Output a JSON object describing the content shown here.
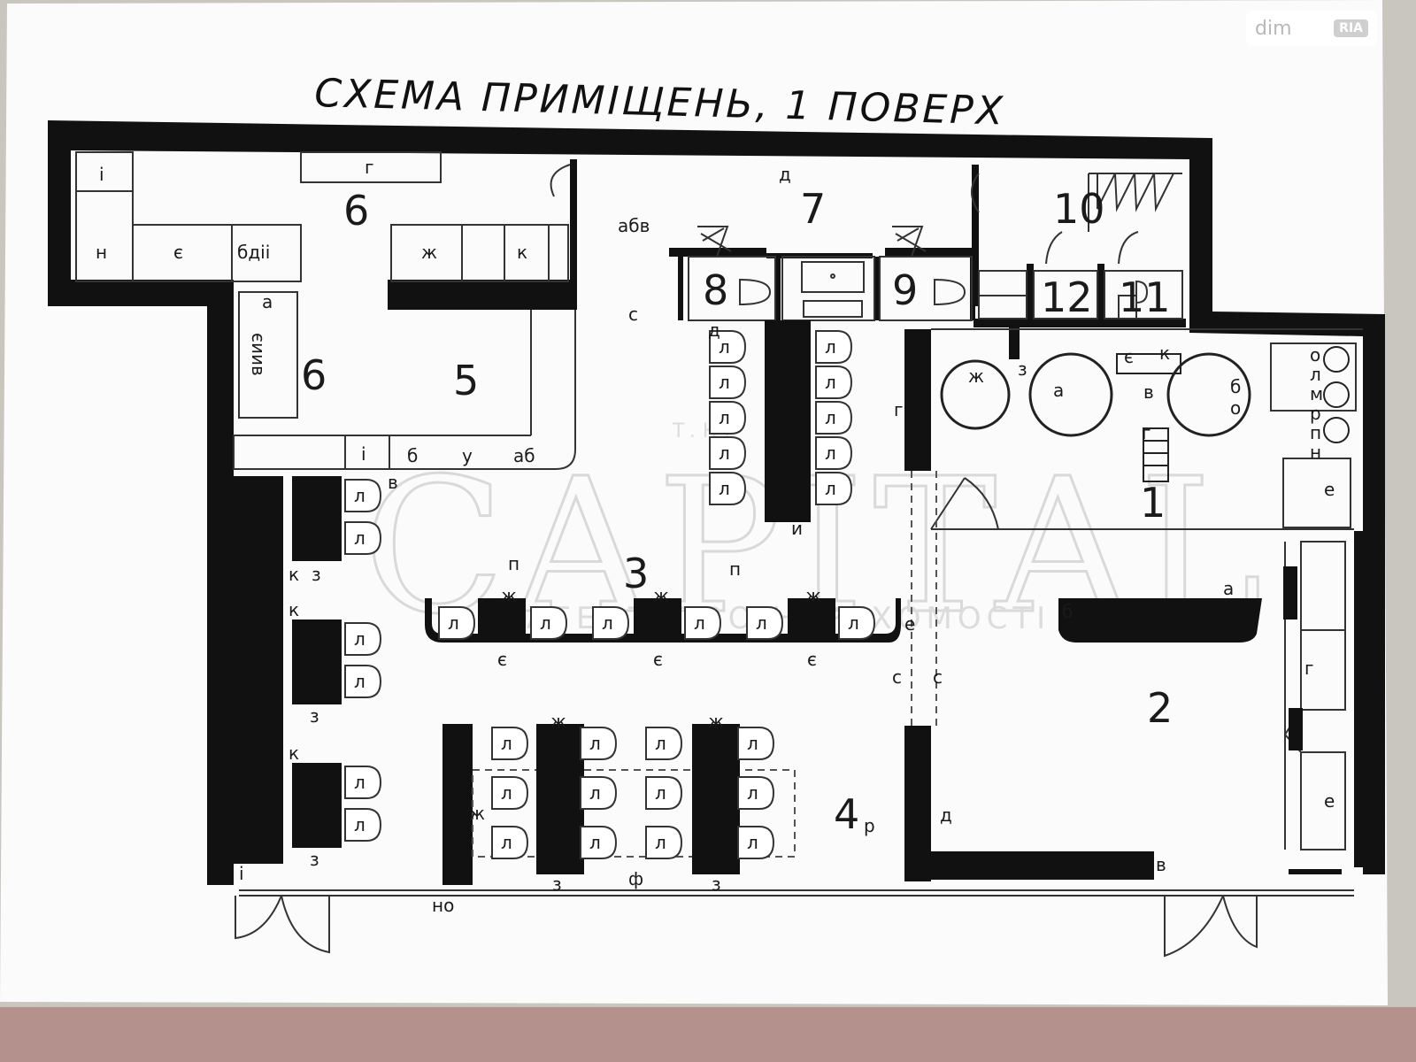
{
  "title": "СХЕМА ПРИМІЩЕНЬ, 1 ПОВЕРХ",
  "watermark": {
    "site": "dim",
    "badge": "RIA"
  },
  "brand_ghost": {
    "top": "T.H.",
    "main": "CAPITAL",
    "sub": "АГЕНТСТВО НЕРУХОМОСТІ"
  },
  "rooms": [
    {
      "number": "6",
      "name": "room-6-upper"
    },
    {
      "number": "6",
      "name": "room-6-lower"
    },
    {
      "number": "5",
      "name": "room-5"
    },
    {
      "number": "7",
      "name": "room-7"
    },
    {
      "number": "8",
      "name": "room-8"
    },
    {
      "number": "9",
      "name": "room-9"
    },
    {
      "number": "10",
      "name": "room-10"
    },
    {
      "number": "12",
      "name": "room-12"
    },
    {
      "number": "11",
      "name": "room-11"
    },
    {
      "number": "1",
      "name": "room-1"
    },
    {
      "number": "3",
      "name": "room-3"
    },
    {
      "number": "2",
      "name": "room-2"
    },
    {
      "number": "4",
      "name": "room-4",
      "suffix": "р"
    }
  ],
  "labels": {
    "i": "і",
    "n": "н",
    "ye": "є",
    "bdii": "бдіі",
    "g": "г",
    "zh": "ж",
    "k": "к",
    "abv": "абв",
    "d": "д",
    "s": "с",
    "a": "а",
    "yeiiv": "єиив",
    "bua_b": "б",
    "bua_u": "у",
    "bua_ab": "аб",
    "v": "в",
    "z": "з",
    "p": "п",
    "e": "е",
    "b": "б",
    "o": "о",
    "l": "л",
    "m": "м",
    "r": "р",
    "f": "ф",
    "no": "но",
    "y": "и",
    "chair": "л"
  }
}
